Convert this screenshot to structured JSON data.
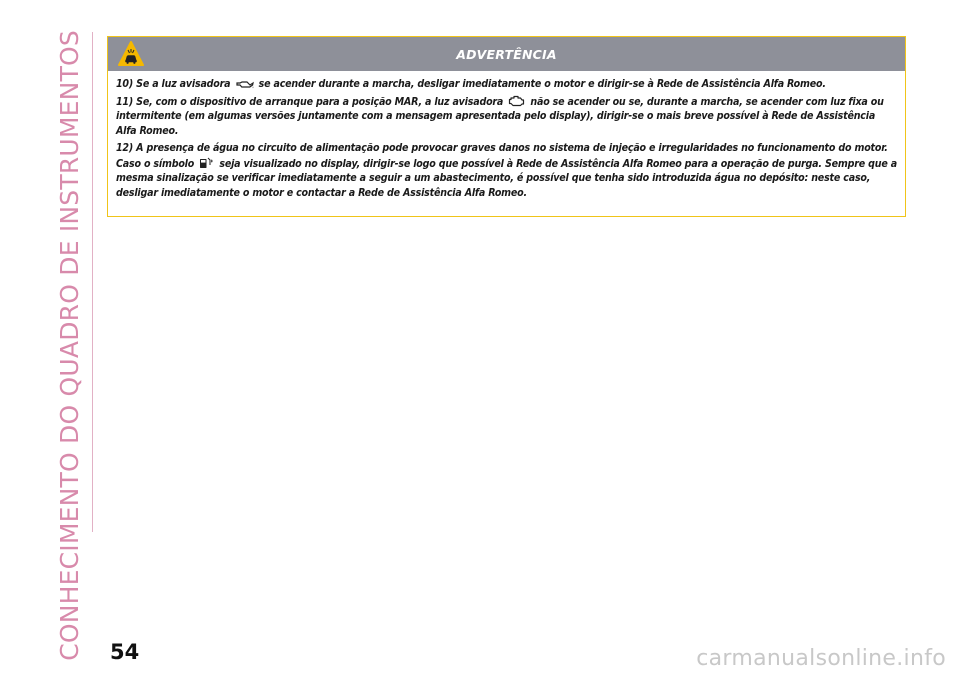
{
  "side_title": "CONHECIMENTO DO QUADRO DE INSTRUMENTOS",
  "warning": {
    "title": "ADVERTÊNCIA",
    "icon": "warning-car-icon",
    "items": [
      {
        "number": "10)",
        "before_icon": "Se a luz avisadora",
        "icon": "engine-oil-icon",
        "after_icon": "se acender durante a marcha, desligar imediatamente o motor e dirigir-se à Rede de Assistência Alfa Romeo."
      },
      {
        "number": "11)",
        "before_icon": "Se, com o dispositivo de arranque para a posição MAR, a luz avisadora",
        "icon": "engine-check-icon",
        "after_icon": "não se acender ou se, durante a marcha, se acender com luz fixa ou intermitente (em algumas versões juntamente com a mensagem apresentada pelo display), dirigir-se o mais breve possível à Rede de Assistência Alfa Romeo."
      },
      {
        "number": "12)",
        "text": "A presença de água no circuito de alimentação pode provocar graves danos no sistema de injeção e irregularidades no funcionamento do motor. ",
        "before_icon": "Caso o símbolo",
        "icon": "water-in-fuel-icon",
        "after_icon": "seja visualizado no display, dirigir-se logo que possível à Rede de Assistência Alfa Romeo para a operação de purga. Sempre que a mesma sinalização se verificar imediatamente a seguir a um abastecimento, é possível que tenha sido introduzida água no depósito: neste caso, desligar imediatamente o motor e contactar a Rede de Assistência Alfa Romeo."
      }
    ]
  },
  "page_number": "54",
  "watermark": "carmanualsonline.info",
  "colors": {
    "side_title": "#d88aab",
    "warning_border": "#f0c419",
    "warning_header": "#8e9099",
    "warning_icon": "#f5b800"
  }
}
